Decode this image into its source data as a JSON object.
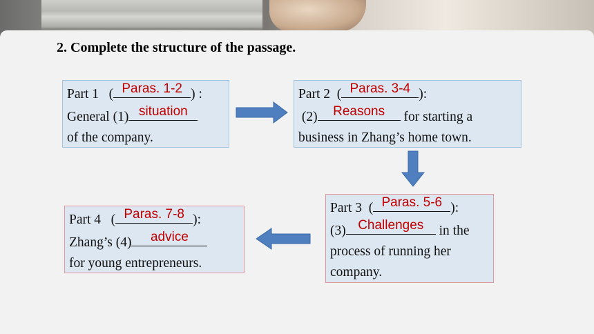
{
  "heading": "2. Complete the structure of the passage.",
  "parts": [
    {
      "label": "Part 1",
      "open": "(",
      "paras": "Paras. 1-2",
      "close": ") :",
      "line2_prefix": "General (1)",
      "answer": "situation",
      "line3": "of the company."
    },
    {
      "label": "Part 2",
      "open": "(",
      "paras": "Paras. 3-4",
      "close": "):",
      "line2_prefix": "(2)",
      "answer": "Reasons",
      "line2_suffix": "for starting a",
      "line3": "business in Zhang’s home town."
    },
    {
      "label": "Part 3",
      "open": "(",
      "paras": "Paras. 5-6",
      "close": "):",
      "line2_prefix": "(3)",
      "answer": "Challenges",
      "line2_suffix": "in the",
      "line3": "process of running her",
      "line4": "company."
    },
    {
      "label": "Part 4",
      "open": "(",
      "paras": "Paras. 7-8",
      "close": "):",
      "line2_prefix": "Zhang’s (4)",
      "answer": "advice",
      "line3": "for young entrepreneurs."
    }
  ],
  "colors": {
    "answer": "#c00000",
    "box_fill": "#dde7f1",
    "box_border_blue": "#9fc3dc",
    "box_border_red": "#e2959b",
    "arrow": "#4f7fbf"
  }
}
